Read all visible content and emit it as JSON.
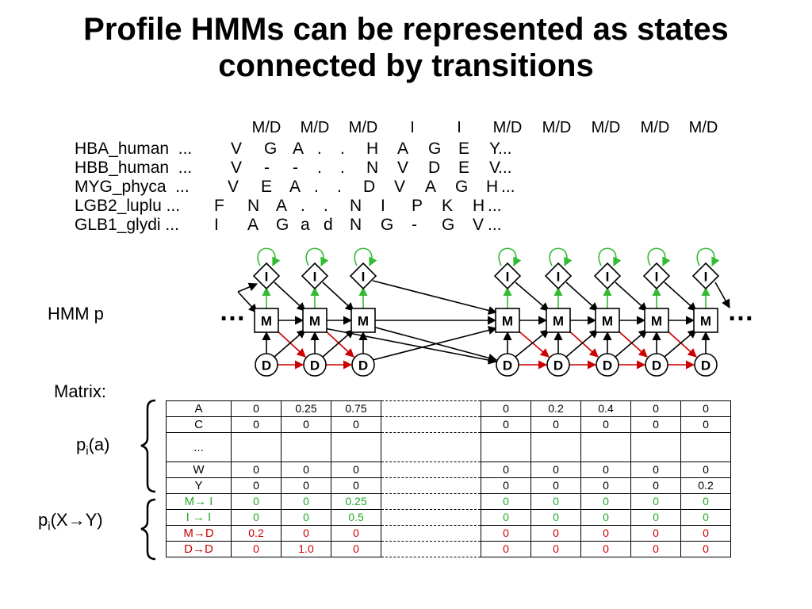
{
  "title_line1": "Profile HMMs can be represented as states",
  "title_line2": "connected by transitions",
  "column_headers": [
    "M/D",
    "M/D",
    "M/D",
    "I",
    "I",
    "M/D",
    "M/D",
    "M/D",
    "M/D",
    "M/D"
  ],
  "sequences": [
    {
      "name": "HBA_human  ...",
      "residues": [
        "V",
        "G",
        "A",
        ".",
        ".",
        "H",
        "A",
        "G",
        "E",
        "Y"
      ],
      "end": "..."
    },
    {
      "name": "HBB_human  ...",
      "residues": [
        "V",
        "-",
        "-",
        ".",
        ".",
        "N",
        "V",
        "D",
        "E",
        "V"
      ],
      "end": "..."
    },
    {
      "name": "MYG_phyca  ...",
      "residues": [
        "V",
        "E",
        "A",
        ".",
        ".",
        "D",
        "V",
        "A",
        "G",
        "H"
      ],
      "end": "..."
    },
    {
      "name": "LGB2_luplu ...",
      "residues": [
        "F",
        "N",
        "A",
        ".",
        ".",
        "N",
        "I",
        "P",
        "K",
        "H"
      ],
      "end": "..."
    },
    {
      "name": "GLB1_glydi ...",
      "residues": [
        "I",
        "A",
        "G",
        "a",
        "d",
        "N",
        "G",
        "-",
        "G",
        "V"
      ],
      "end": "..."
    }
  ],
  "hmm_label": "HMM p",
  "matrix_label": "Matrix:",
  "emission_label": "p",
  "emission_sub": "i",
  "emission_suffix": "(a)",
  "transition_label": "p",
  "transition_sub": "i",
  "transition_suffix": "(X→Y)",
  "states": {
    "insert": "I",
    "match": "M",
    "delete": "D",
    "ellipsis": "…"
  },
  "colors": {
    "self_loop": "#33bb33",
    "insert_to_match": "#33bb33",
    "match_to_delete": "#cc0000",
    "delete_to_delete": "#cc0000",
    "other": "#000000"
  },
  "matrix": {
    "rows": [
      {
        "label": "A",
        "style": "plain",
        "left": [
          "0",
          "0.25",
          "0.75"
        ],
        "right": [
          "0",
          "0.2",
          "0.4",
          "0",
          "0"
        ]
      },
      {
        "label": "C",
        "style": "plain",
        "left": [
          "0",
          "0",
          "0"
        ],
        "right": [
          "0",
          "0",
          "0",
          "0",
          "0"
        ]
      },
      {
        "label": "...",
        "style": "tall",
        "left": [
          "",
          "",
          ""
        ],
        "right": [
          "",
          "",
          "",
          "",
          ""
        ]
      },
      {
        "label": "W",
        "style": "plain",
        "left": [
          "0",
          "0",
          "0"
        ],
        "right": [
          "0",
          "0",
          "0",
          "0",
          "0"
        ]
      },
      {
        "label": "Y",
        "style": "plain",
        "left": [
          "0",
          "0",
          "0"
        ],
        "right": [
          "0",
          "0",
          "0",
          "0",
          "0.2"
        ]
      },
      {
        "label": "M→ I",
        "style": "green",
        "left": [
          "0",
          "0",
          "0.25"
        ],
        "right": [
          "0",
          "0",
          "0",
          "0",
          "0"
        ]
      },
      {
        "label": "I → I",
        "style": "green",
        "left": [
          "0",
          "0",
          "0.5"
        ],
        "right": [
          "0",
          "0",
          "0",
          "0",
          "0"
        ]
      },
      {
        "label": "M→D",
        "style": "red",
        "left": [
          "0.2",
          "0",
          "0"
        ],
        "right": [
          "0",
          "0",
          "0",
          "0",
          "0"
        ]
      },
      {
        "label": "D→D",
        "style": "red",
        "left": [
          "0",
          "1.0",
          "0"
        ],
        "right": [
          "0",
          "0",
          "0",
          "0",
          "0"
        ]
      }
    ]
  }
}
